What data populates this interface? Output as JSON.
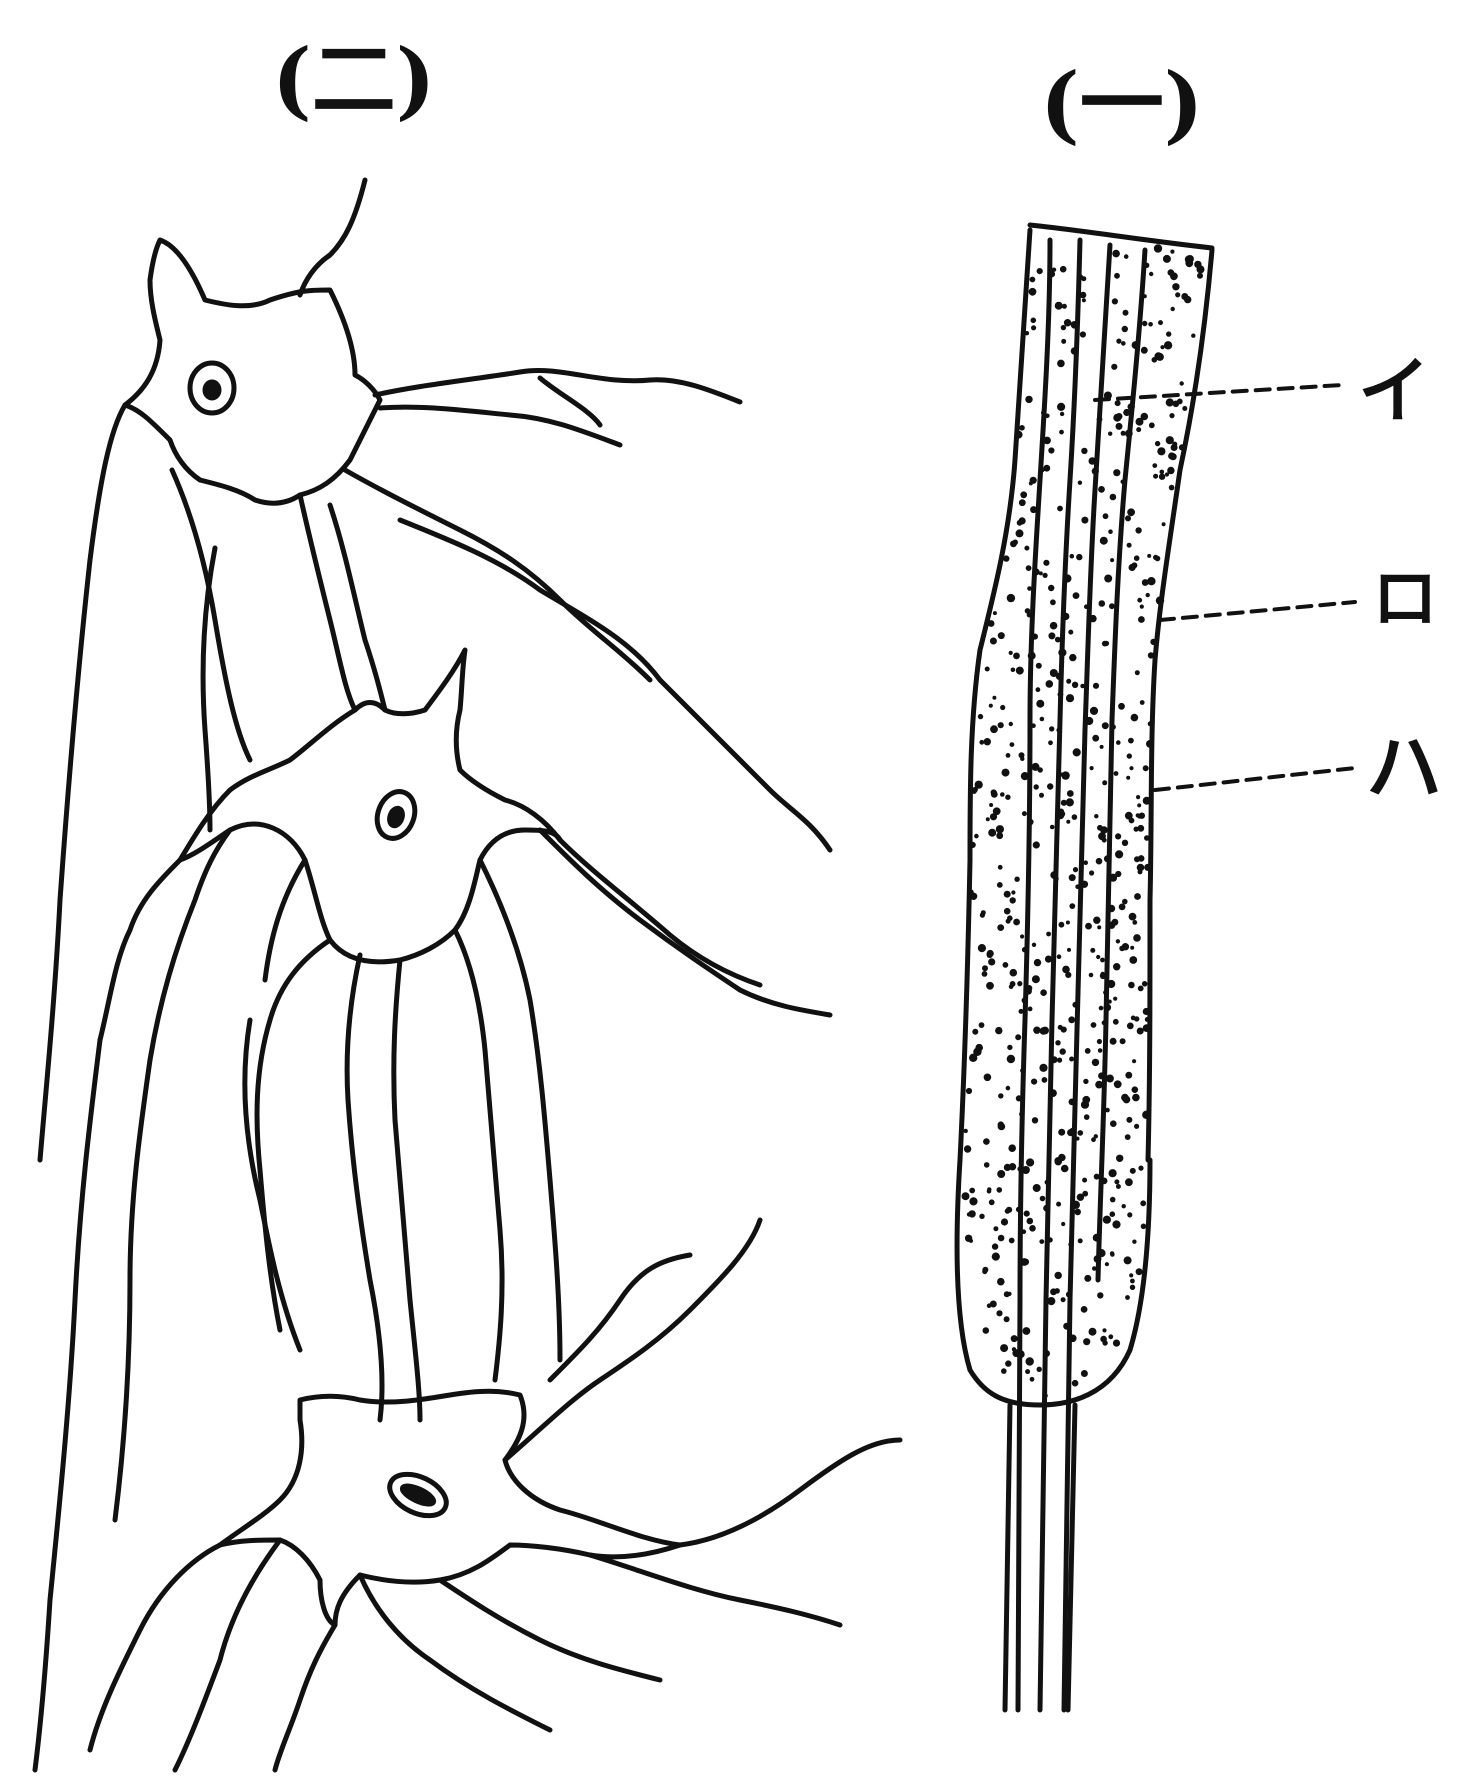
{
  "panels": {
    "left": {
      "label": "(二)"
    },
    "right": {
      "label": "(一)"
    }
  },
  "callouts": [
    "イ",
    "ロ",
    "ハ"
  ],
  "colors": {
    "ink": "#111111",
    "paper": "#ffffff"
  }
}
